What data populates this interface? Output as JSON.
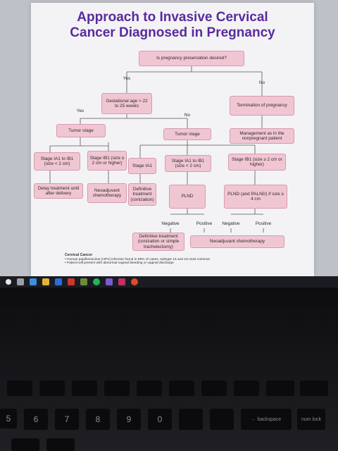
{
  "slide": {
    "title_line1": "Approach to Invasive Cervical",
    "title_line2": "Cancer Diagnosed in Pregnancy",
    "nodes": {
      "q_preservation": "Is pregnancy preservation desired?",
      "yes_label": "Yes",
      "no_label": "No",
      "gestational_age": "Gestational age > 22 to 25 weeks",
      "termination": "Termination of pregnancy",
      "ga_yes_label": "Yes",
      "ga_no_label": "No",
      "tumor_stage_left": "Tumor stage",
      "tumor_stage_mid": "Tumor stage",
      "management_nonpregnant": "Management as in the nonpregnant patient",
      "stage_ia1_ib1_left": "Stage IA1 to IB1 (size < 2 cm)",
      "stage_ib1_large": "Stage IB1 (size ≥ 2 cm or higher)",
      "stage_ia1": "Stage IA1",
      "stage_ia1_ib1_mid": "Stage IA1 to IB1 (size < 2 cm)",
      "stage_ib1_right": "Stage IB1 (size ≥ 2 cm or higher)",
      "delay_treatment": "Delay treatment until after delivery",
      "neoadjuvant_left": "Neoadjuvant chemotherapy",
      "definitive_conization": "Definitive treatment (conization)",
      "plnd": "PLND",
      "plnd_palnd": "PLND (and PALND) if size ≥ 4 cm",
      "negative_1": "Negative",
      "positive_1": "Positive",
      "negative_2": "Negative",
      "positive_2": "Positive",
      "definitive_simple": "Definitive treatment (conization or simple trachelectomy)",
      "neoadjuvant_bottom": "Neoadjuvant chemotherapy"
    },
    "notes": {
      "heading": "Cervical Cancer",
      "bullet1": "Human papillomavirus (HPV) infection found in 99% of cases, subtype 16 and 18 most common",
      "bullet2": "Patient will present with abnormal vaginal bleeding or vaginal discharge"
    }
  },
  "keyboard": {
    "row1": [
      "5",
      "6",
      "7",
      "8",
      "9",
      "0"
    ],
    "backspace": "← backspace",
    "numlock": "num lock"
  },
  "colors": {
    "title": "#5a2a9c",
    "box_fill": "#f1c6d3",
    "box_border": "#d79ab0"
  }
}
